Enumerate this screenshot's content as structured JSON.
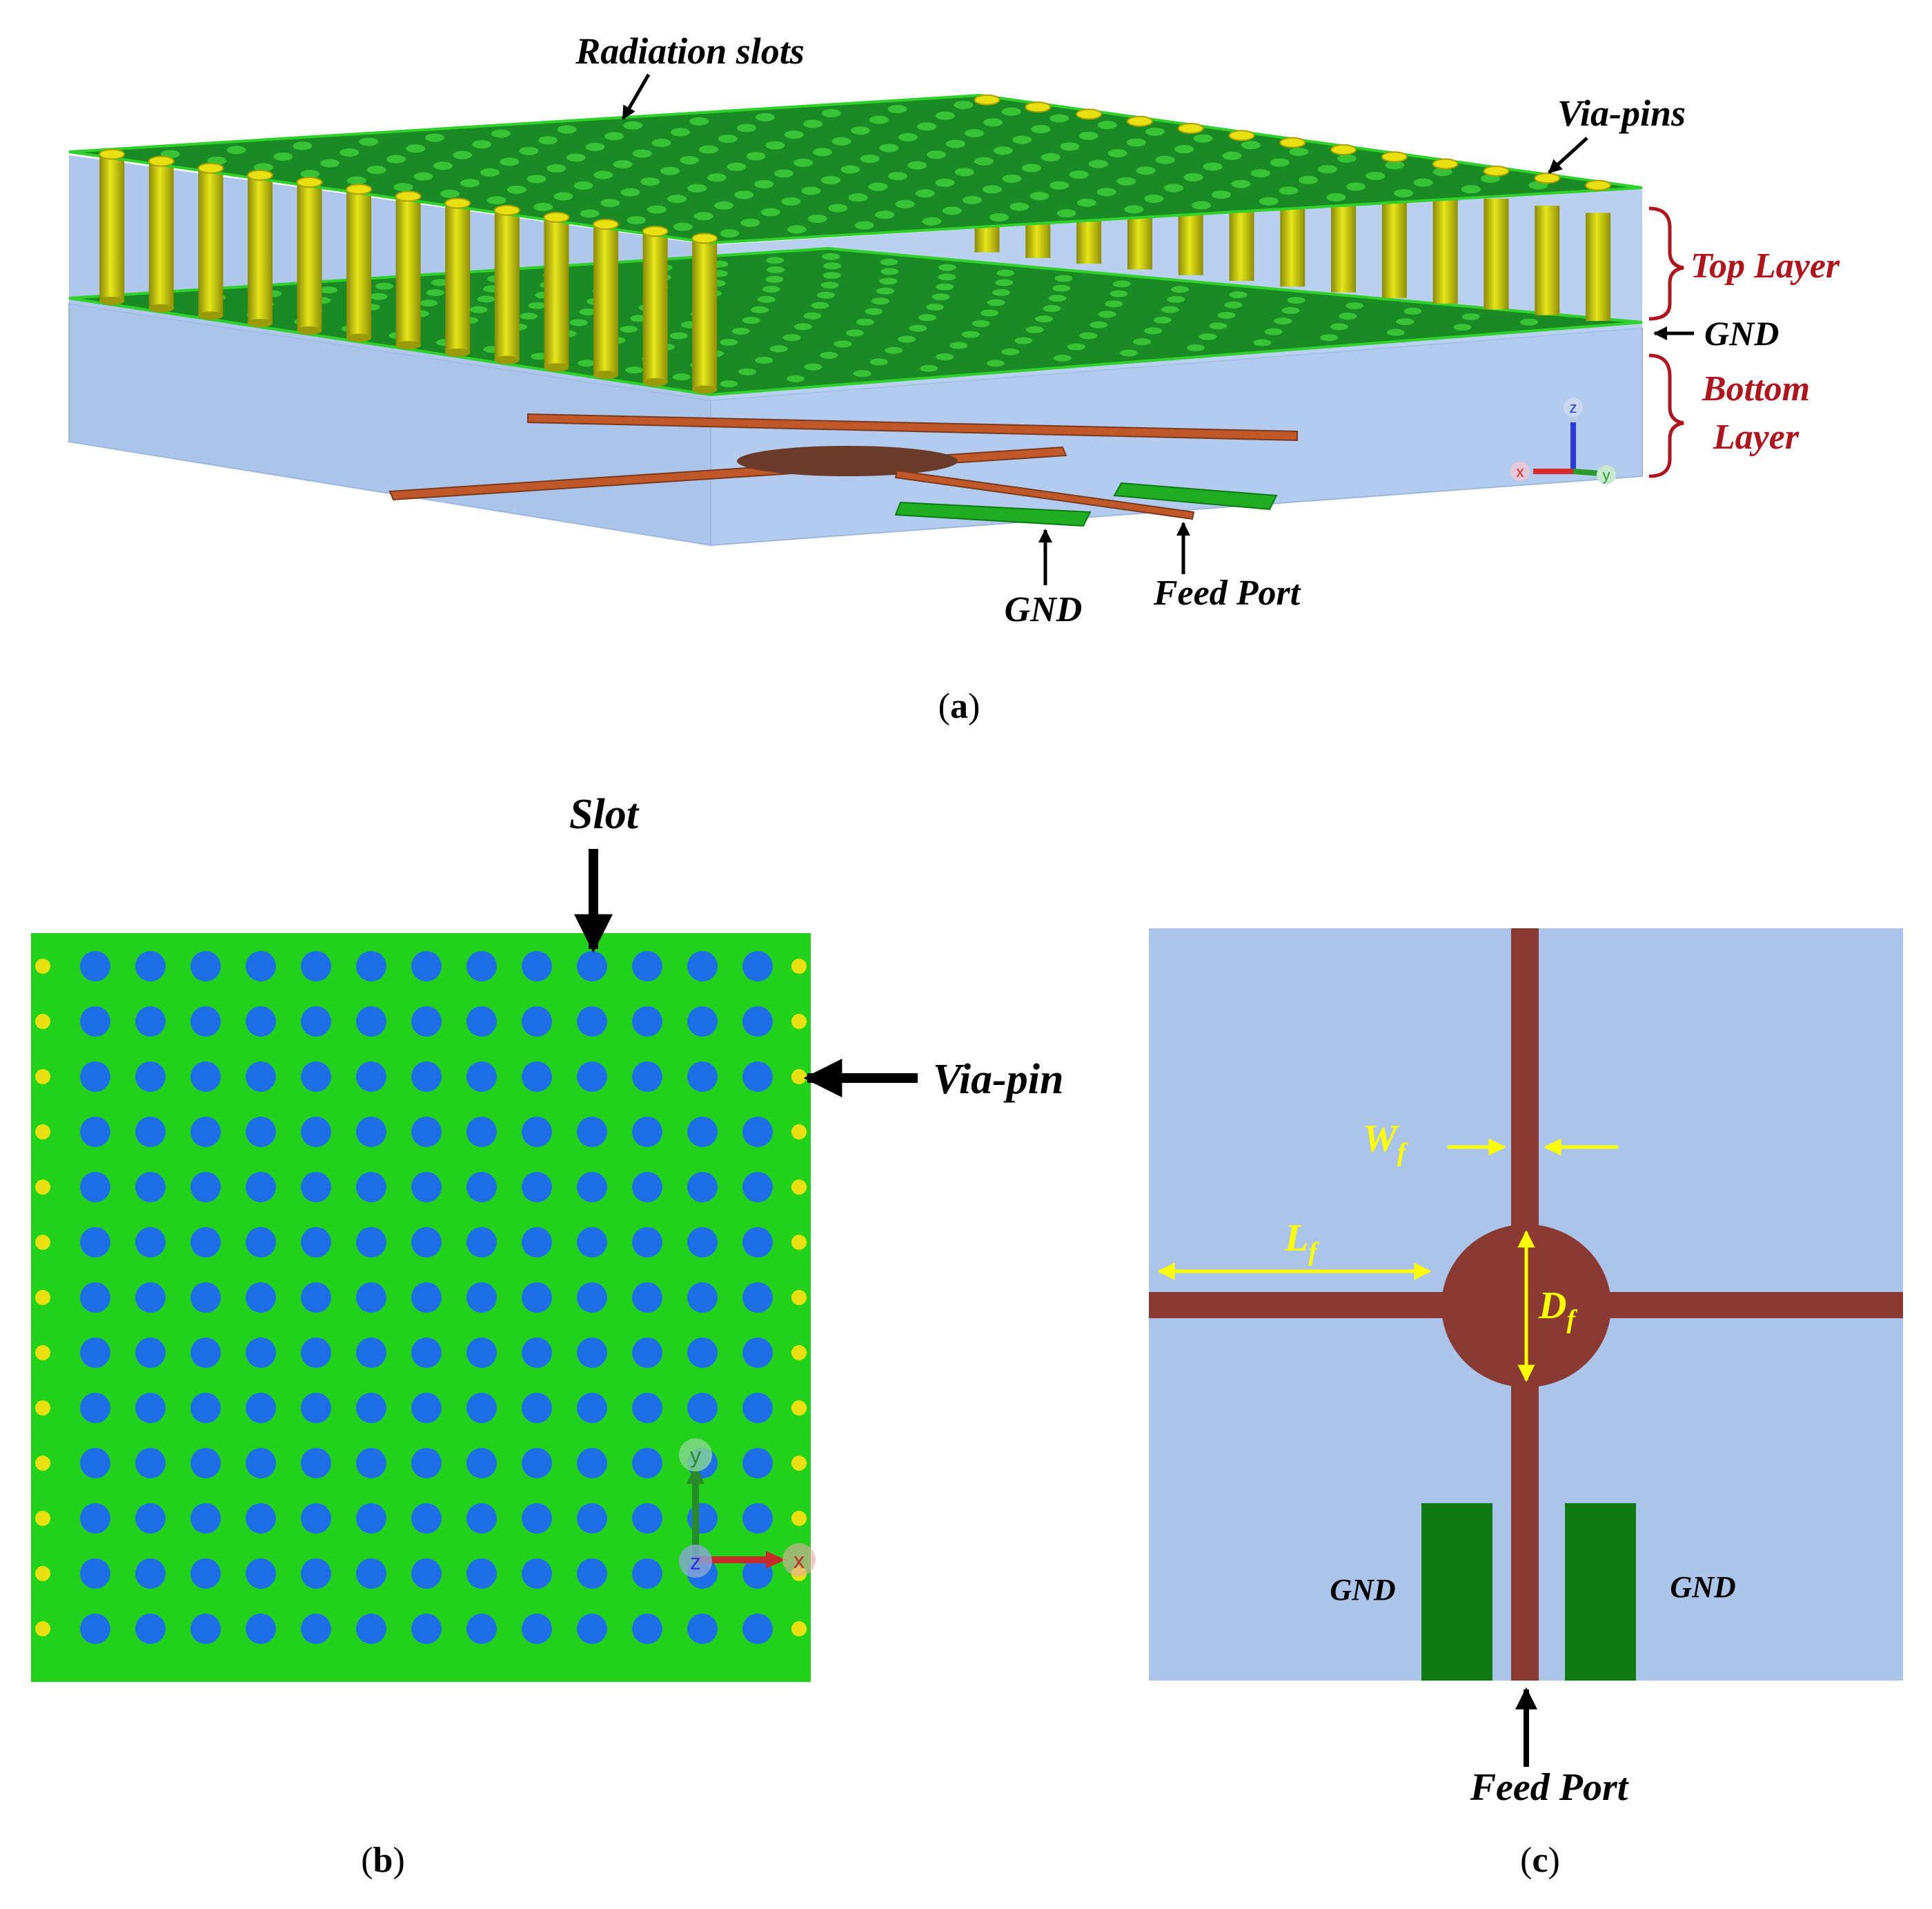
{
  "panel_a": {
    "labels": {
      "radiation_slots": "Radiation slots",
      "via_pins": "Via-pins",
      "top_layer": "Top Layer",
      "gnd_side": "GND",
      "bottom_layer_1": "Bottom",
      "bottom_layer_2": "Layer",
      "gnd_bottom": "GND",
      "feed_port": "Feed Port"
    },
    "axes": {
      "x": "x",
      "y": "y",
      "z": "z"
    },
    "caption": {
      "open": "(",
      "letter": "a",
      "close": ")"
    }
  },
  "panel_b": {
    "labels": {
      "slot": "Slot",
      "via_pin": "Via-pin"
    },
    "axes": {
      "x": "x",
      "y": "y",
      "z": "z"
    },
    "caption": {
      "open": "(",
      "letter": "b",
      "close": ")"
    },
    "slot_rows": 13,
    "slot_cols": 13
  },
  "panel_c": {
    "labels": {
      "wf": "W",
      "wf_sub": "f",
      "lf": "L",
      "lf_sub": "f",
      "df": "D",
      "df_sub": "f",
      "gnd_left": "GND",
      "gnd_right": "GND",
      "feed_port": "Feed Port"
    },
    "caption": {
      "open": "(",
      "letter": "c",
      "close": ")"
    }
  },
  "colors": {
    "board_green": "#22d21a",
    "pcb_green": "#1a8a24",
    "slot_blue": "#1e6fe6",
    "via_yellow": "#e8e010",
    "substrate_blue": "#aac4ea",
    "feed_brown": "#8b3a32",
    "gnd_dark_green": "#0d7a14",
    "annotation_red": "#b0141c",
    "dimension_yellow": "#ffff00"
  }
}
